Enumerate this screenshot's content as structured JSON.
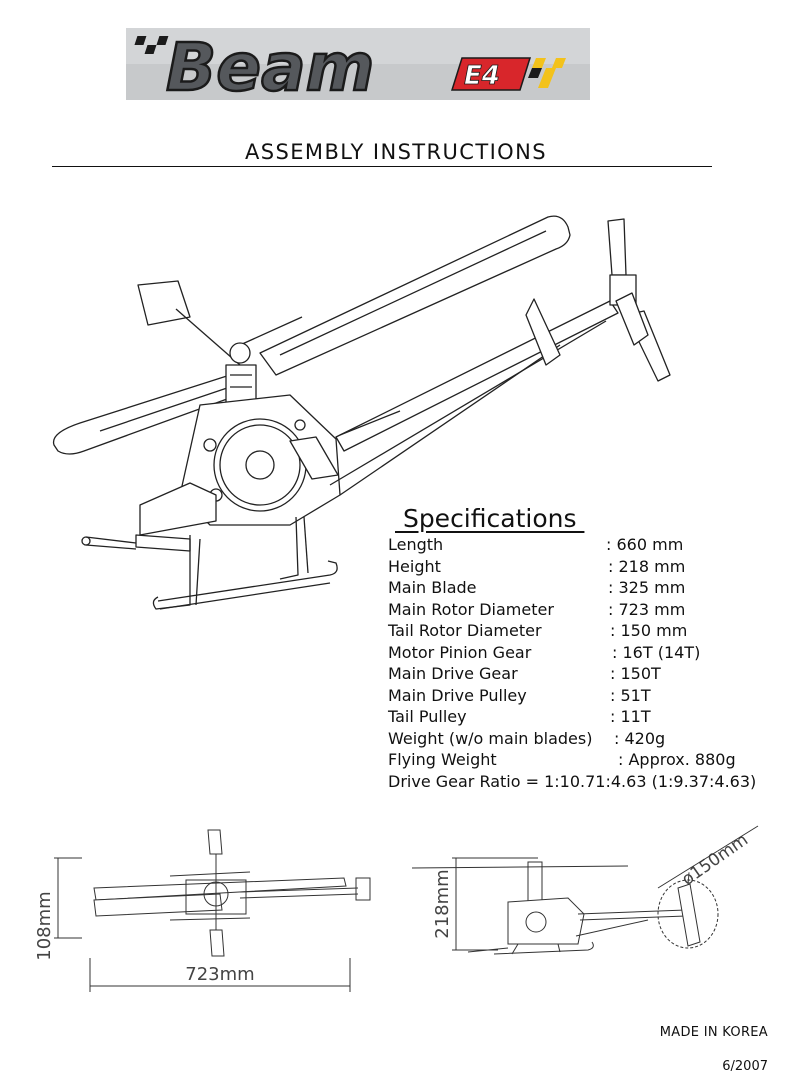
{
  "logo": {
    "word": "Beam",
    "badge": "E4",
    "colors": {
      "background": "#c7c9cb",
      "word_fill": "#55585c",
      "word_stroke": "#1b1b1b",
      "badge_red": "#d8262b",
      "flag_yellow": "#f3c21b"
    }
  },
  "header": {
    "title": "ASSEMBLY INSTRUCTIONS"
  },
  "specifications": {
    "heading": " Specifications ",
    "rows": [
      {
        "label": "Length",
        "value": ": 660 mm"
      },
      {
        "label": "Height",
        "value": ": 218 mm"
      },
      {
        "label": "Main Blade",
        "value": ": 325 mm"
      },
      {
        "label": "Main Rotor Diameter",
        "value": ": 723 mm"
      },
      {
        "label": "Tail Rotor Diameter",
        "value": ": 150 mm"
      },
      {
        "label": "Motor Pinion Gear",
        "value": ": 16T (14T)"
      },
      {
        "label": "Main Drive Gear",
        "value": ": 150T"
      },
      {
        "label": "Main Drive Pulley",
        "value": ": 51T"
      },
      {
        "label": "Tail Pulley",
        "value": ": 11T"
      },
      {
        "label": "Weight (w/o main blades)",
        "value": ": 420g"
      },
      {
        "label": "Flying Weight",
        "value": ": Approx. 880g"
      }
    ],
    "ratio": "Drive Gear Ratio = 1:10.71:4.63 (1:9.37:4.63)"
  },
  "dimensions": {
    "top_height": "108mm",
    "top_width": "723mm",
    "side_height": "218mm",
    "tail_diameter": "ø150mm"
  },
  "footer": {
    "made_in": "MADE IN KOREA",
    "date": "6/2007"
  }
}
